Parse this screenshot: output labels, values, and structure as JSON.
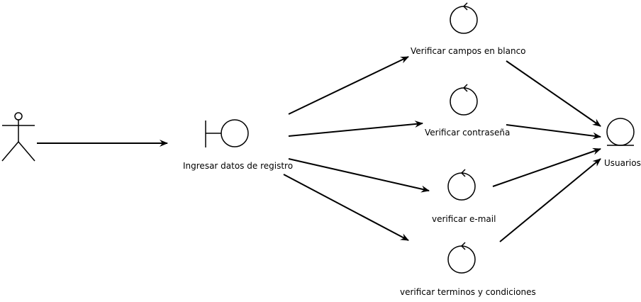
{
  "diagram": {
    "boundary": {
      "label": "Ingresar datos de registro"
    },
    "controls": [
      {
        "label": "Verificar campos en blanco"
      },
      {
        "label": "Verificar contraseña"
      },
      {
        "label": "verificar e-mail"
      },
      {
        "label": "verificar terminos y condiciones"
      }
    ],
    "entity": {
      "label": "Usuarios"
    }
  },
  "colors": {
    "stroke": "#000000",
    "background": "#ffffff"
  }
}
